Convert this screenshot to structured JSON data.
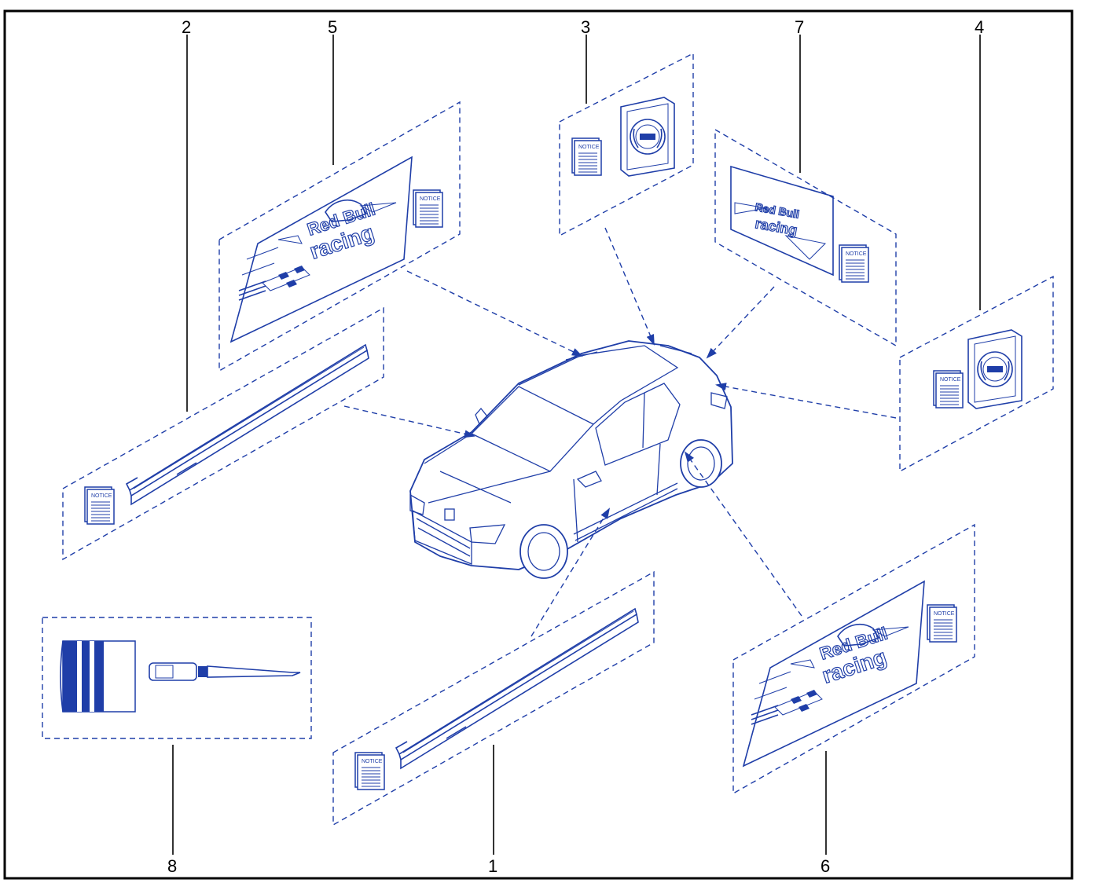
{
  "callouts": {
    "c1": "1",
    "c2": "2",
    "c3": "3",
    "c4": "4",
    "c5": "5",
    "c6": "6",
    "c7": "7",
    "c8": "8"
  },
  "notice_label": "NOTICE",
  "colors": {
    "line": "#1f3ea8",
    "frame": "#000000"
  },
  "icons": [
    "notice-booklet-icon",
    "decal-icon",
    "badge-icon",
    "door-sill-strip-icon",
    "squeegee-icon",
    "cutter-knife-icon",
    "car-icon"
  ]
}
